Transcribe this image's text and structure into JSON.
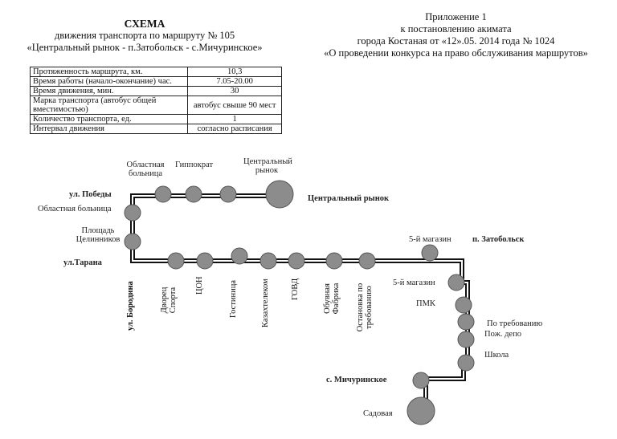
{
  "title": {
    "main": "СХЕМА",
    "line2": "движения  транспорта по маршруту № 105",
    "line3": "«Центральный рынок - п.Затобольск - с.Мичуринское»"
  },
  "appendix": {
    "line1": "Приложение 1",
    "line2": "к  постановлению акимата",
    "line3": "города Костаная от «12».05. 2014 года № 1024",
    "line4": "«О проведении конкурса на право обслуживания маршрутов»"
  },
  "params": [
    {
      "label": "Протяженность маршрута, км.",
      "value": "10,3"
    },
    {
      "label": "Время работы (начало-окончание) час.",
      "value": "7.05-20.00"
    },
    {
      "label": "Время движения, мин.",
      "value": "30"
    },
    {
      "label": "Марка транспорта (автобус общей вместимостью)",
      "value": "автобус свыше 90 мест"
    },
    {
      "label": "Количество транспорта, ед.",
      "value": "1"
    },
    {
      "label": "Интервал движения",
      "value": "согласно расписания"
    }
  ],
  "labels": {
    "oblast_hosp_top": "Областная больница",
    "gippokrat": "Гиппократ",
    "central_market_small": "Центральный рынок",
    "central_market_big": "Центральный рынок",
    "ul_pobedy": "ул. Победы",
    "oblast_hosp_side": "Областная больница",
    "ploshchad": "Площадь Целинников",
    "ul_tarana": "ул.Тарана",
    "ul_borodina": "ул. Бородина",
    "dvorets_sporta": "Дворец Спорта",
    "tson": "ЦОН",
    "gostinitsa": "Гостиница",
    "kazakhtelecom": "Казахтелеком",
    "govd": "ГОВД",
    "obuvnaya_fabrika": "Обувная Фабрика",
    "ostanovka_po_treb": "Остановка по требованию",
    "magazin5_top": "5-й магазин",
    "p_zatobolsk": "п. Затобольск",
    "magazin5_side": "5-й магазин",
    "pmk": "ПМК",
    "po_trebovaniyu": "По требованию",
    "pozh_depo": "Пож. депо",
    "shkola": "Школа",
    "s_michurinskoe": "с. Мичуринское",
    "sadovaya": "Садовая"
  },
  "colors": {
    "stop_fill": "#8c8c8c",
    "stop_stroke": "#555555",
    "route_line": "#111111"
  }
}
